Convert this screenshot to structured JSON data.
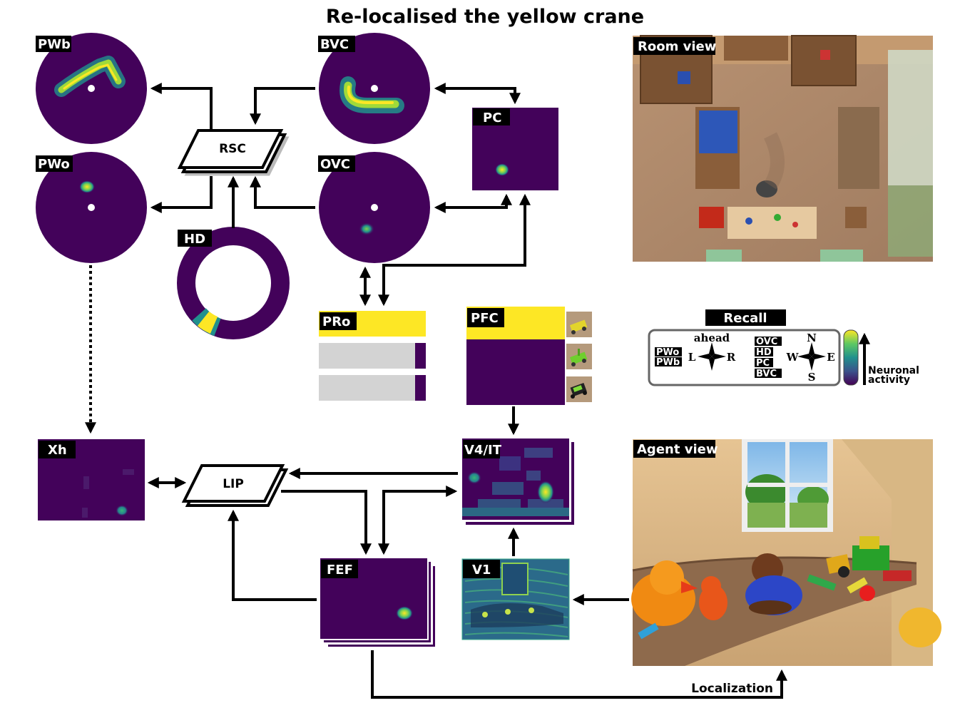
{
  "title": "Re-localised the yellow crane",
  "panels": {
    "pwb": "PWb",
    "bvc": "BVC",
    "pwo": "PWo",
    "ovc": "OVC",
    "pc": "PC",
    "rsc": "RSC",
    "hd": "HD",
    "pro": "PRo",
    "pfc": "PFC",
    "xh": "Xh",
    "lip": "LIP",
    "v4it": "V4/IT",
    "fef": "FEF",
    "v1": "V1",
    "room_view": "Room view",
    "agent_view": "Agent view",
    "localization": "Localization"
  },
  "legend": {
    "title": "Recall",
    "egocentric_labels": [
      "PWo",
      "PWb"
    ],
    "egocentric_compass": {
      "top": "ahead",
      "left": "L",
      "right": "R"
    },
    "allocentric_labels": [
      "OVC",
      "HD",
      "PC",
      "BVC"
    ],
    "allocentric_compass": {
      "top": "N",
      "left": "W",
      "right": "E",
      "bottom": "S"
    },
    "colorbar_label_line1": "Neuronal",
    "colorbar_label_line2": "activity"
  },
  "colors": {
    "viridis_low": "#440154",
    "viridis_mid": "#21908d",
    "viridis_high": "#fde725",
    "panel_bg": "#43025a",
    "inactive_bar": "#d3d3d3"
  },
  "pro_bars": [
    1.0,
    0.0,
    0.0
  ],
  "pfc_bars": [
    1.0,
    0.0,
    0.0
  ]
}
